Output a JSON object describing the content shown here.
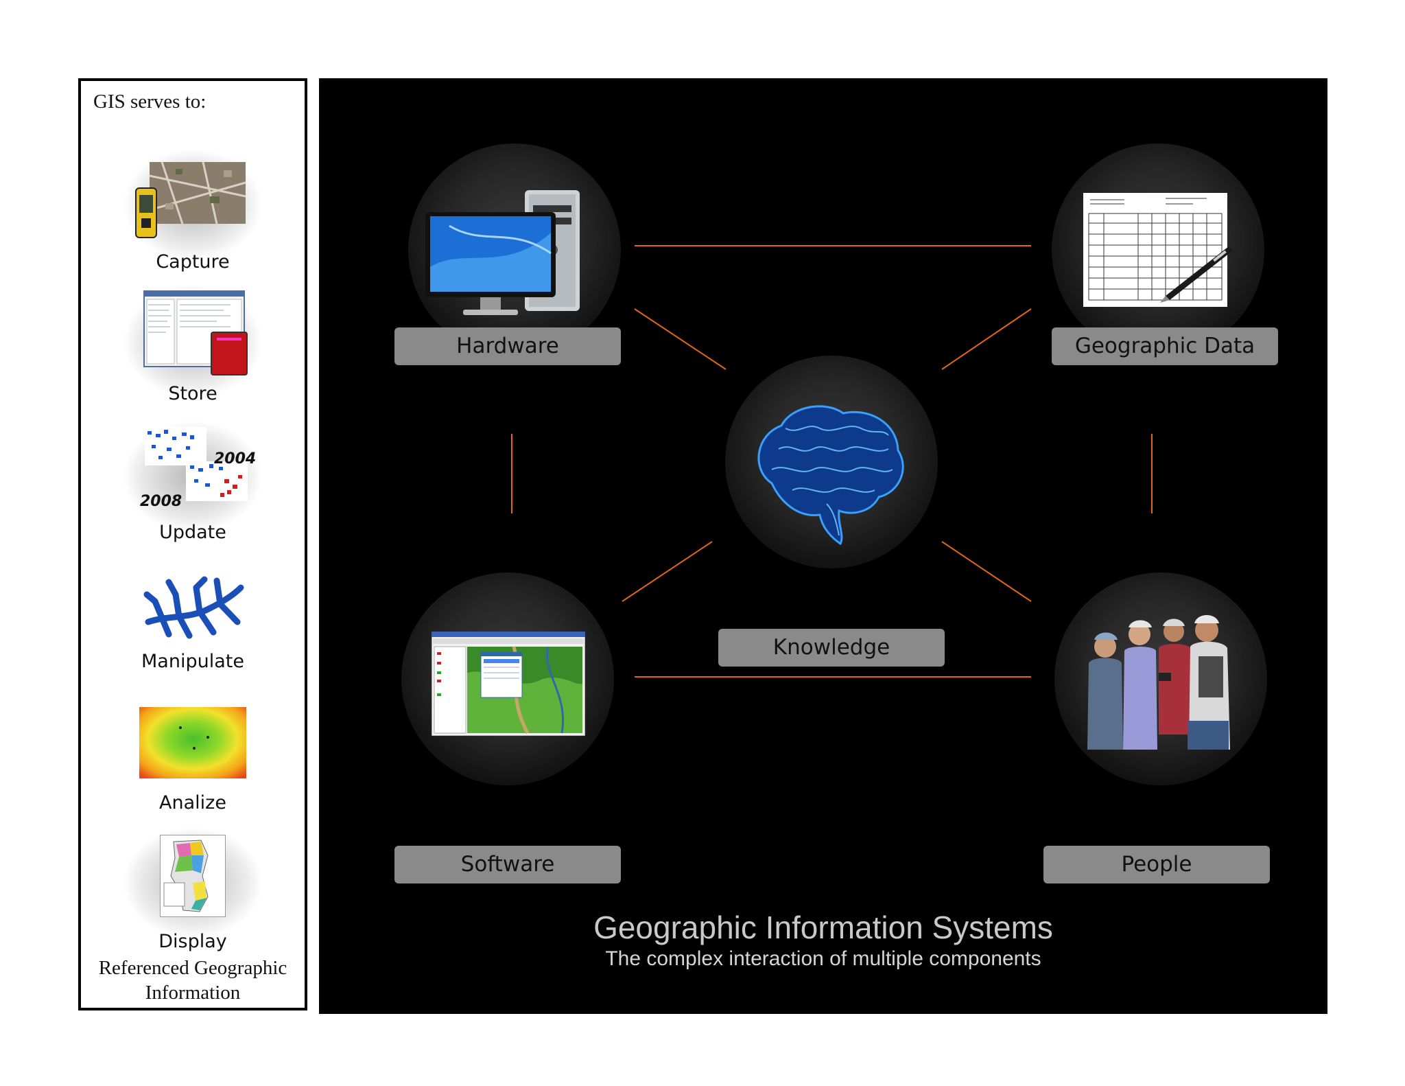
{
  "sidebar": {
    "title": "GIS serves to:",
    "items": [
      {
        "label": "Capture"
      },
      {
        "label": "Store"
      },
      {
        "label": "Update",
        "year_a": "2004",
        "year_b": "2008"
      },
      {
        "label": "Manipulate"
      },
      {
        "label": "Analize"
      },
      {
        "label": "Display"
      }
    ],
    "footer": "Referenced Geographic Information"
  },
  "diagram": {
    "nodes": {
      "hardware": "Hardware",
      "geographic_data": "Geographic Data",
      "knowledge": "Knowledge",
      "software": "Software",
      "people": "People"
    },
    "connector_color": "#e0661b",
    "title": "Geographic Information Systems",
    "subtitle": "The complex interaction of multiple components"
  }
}
